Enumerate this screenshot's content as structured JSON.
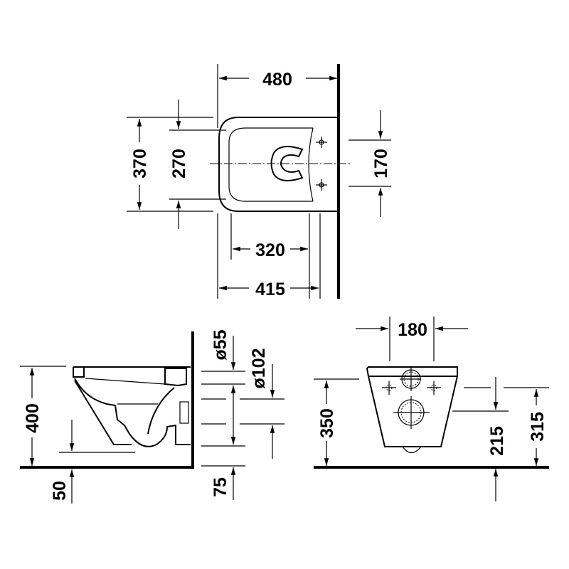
{
  "top_view": {
    "width_480": "480",
    "height_370": "370",
    "seat_270": "270",
    "fixing_170": "170",
    "depth_320": "320",
    "depth_415": "415"
  },
  "side_view": {
    "d55": "ø55",
    "d102": "ø102",
    "height_400": "400",
    "height_50": "50",
    "height_75": "75"
  },
  "front_view": {
    "fixing_180": "180",
    "height_350": "350",
    "height_215": "215",
    "height_315": "315"
  }
}
